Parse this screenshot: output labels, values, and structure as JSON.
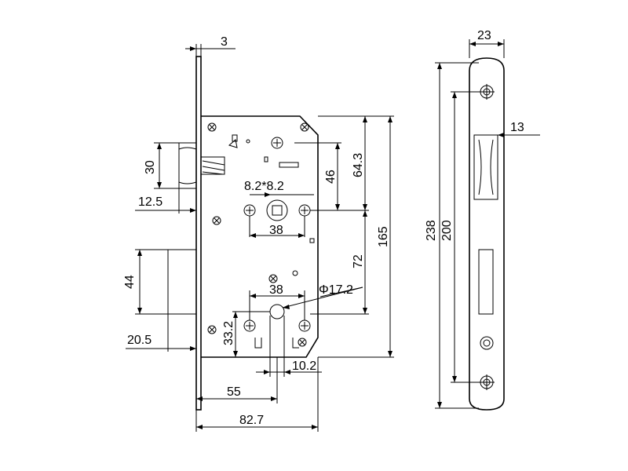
{
  "dimensions": {
    "faceplate_thickness": "3",
    "bolt_height": "30",
    "bolt_projection": "12.5",
    "latch_height": "44",
    "latch_projection": "20.5",
    "spindle_square": "8.2*8.2",
    "handle_to_top": "46",
    "top_to_handle": "64.3",
    "case_height": "165",
    "handle_screw_spacing": "38",
    "handle_to_cylinder": "72",
    "cylinder_diameter": "Φ17.2",
    "cylinder_screw_spacing": "38",
    "cylinder_depth": "33.2",
    "cylinder_width": "10.2",
    "backset": "55",
    "case_depth": "82.7",
    "faceplate_width": "23",
    "forend_slot_width": "13",
    "faceplate_length": "238",
    "screw_spacing": "200"
  }
}
